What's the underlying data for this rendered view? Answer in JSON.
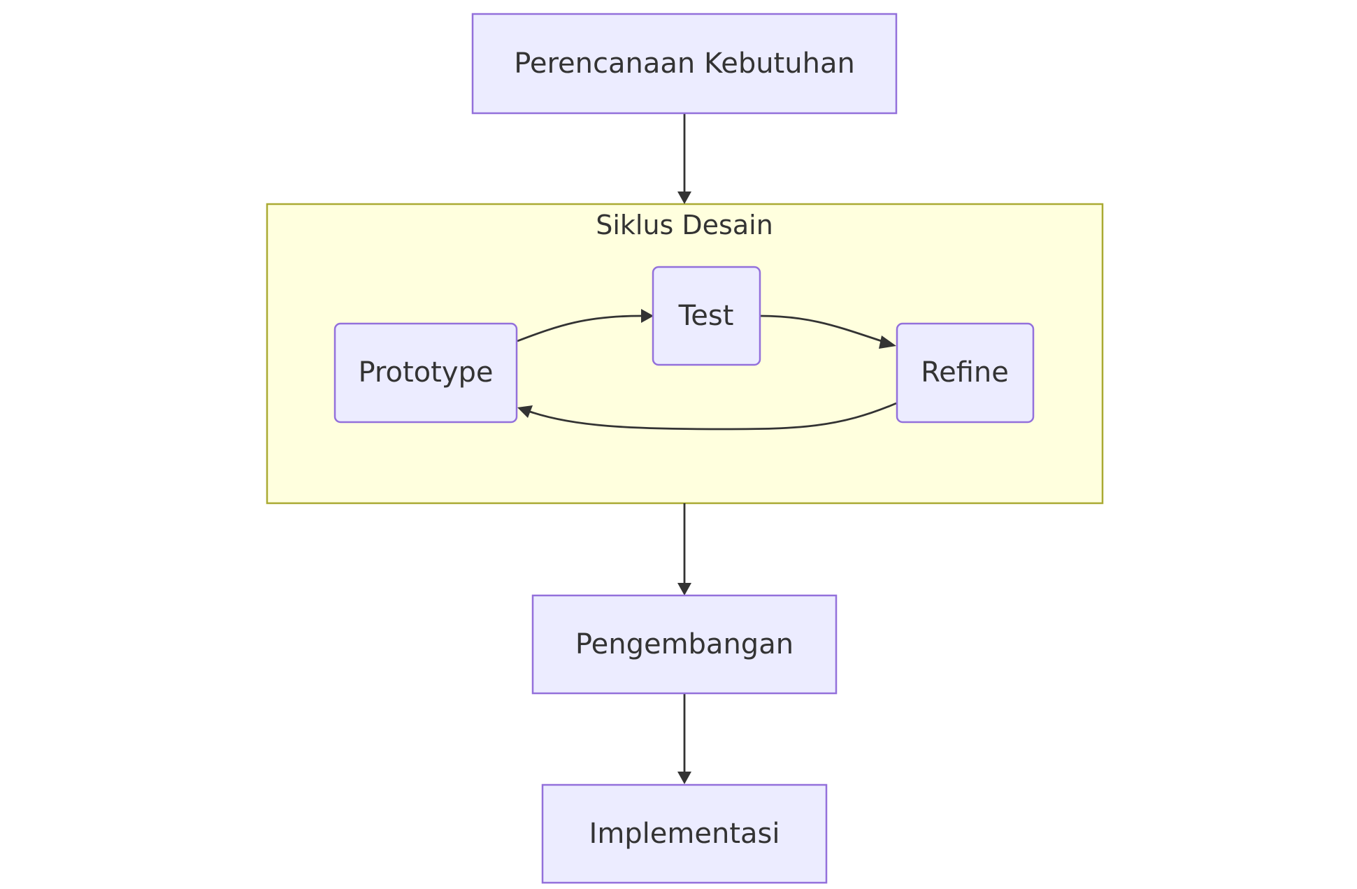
{
  "cluster": {
    "label": "Siklus Desain"
  },
  "nodes": {
    "planning": "Perencanaan Kebutuhan",
    "prototype": "Prototype",
    "test": "Test",
    "refine": "Refine",
    "development": "Pengembangan",
    "implementation": "Implementasi"
  },
  "edges": [
    {
      "from": "planning",
      "to": "cluster"
    },
    {
      "from": "prototype",
      "to": "test"
    },
    {
      "from": "test",
      "to": "refine"
    },
    {
      "from": "refine",
      "to": "prototype"
    },
    {
      "from": "cluster",
      "to": "development"
    },
    {
      "from": "development",
      "to": "implementation"
    }
  ],
  "colors": {
    "node_fill": "#ECECFF",
    "node_stroke": "#9370DB",
    "cluster_fill": "#FFFFDE",
    "cluster_stroke": "#AAAA33",
    "edge": "#333333",
    "text": "#333333"
  }
}
